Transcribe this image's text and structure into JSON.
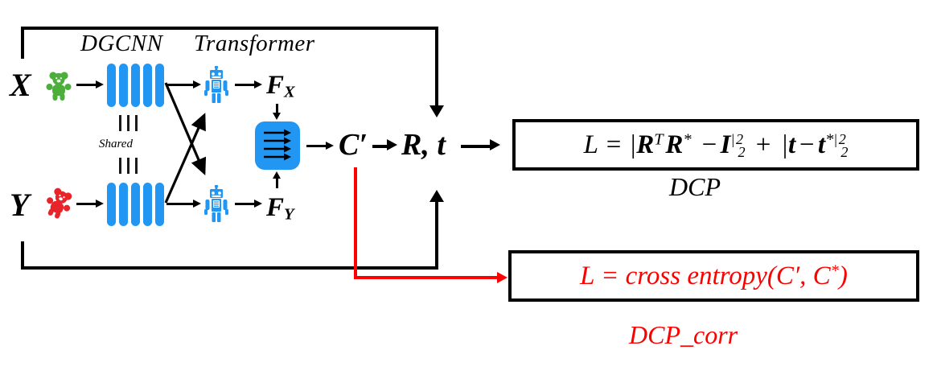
{
  "diagram": {
    "title": "DCP and DCP_corr architecture",
    "sections": {
      "dgcnn_label": "DGCNN",
      "transformer_label": "Transformer",
      "shared_label": "Shared"
    },
    "inputs": [
      {
        "name": "input-x",
        "label": "X",
        "icon": "green-teddy-bear-icon",
        "color": "#4caf3c"
      },
      {
        "name": "input-y",
        "label": "Y",
        "icon": "red-teddy-bear-icon",
        "color": "#e8232a"
      }
    ],
    "features": [
      {
        "name": "feature-fx",
        "base": "F",
        "subscript": "X"
      },
      {
        "name": "feature-fy",
        "base": "F",
        "subscript": "Y"
      }
    ],
    "modules": {
      "dgcnn_bars": 5,
      "transformer_icon": "robot-icon",
      "pointer_net_icon": "pointer-network-icon",
      "pointer_net_arrows": 4,
      "module_color": "#2196f3"
    },
    "outputs": {
      "correspondence": "C′",
      "rigid_transform": "R, t"
    },
    "loss_dcp": {
      "name": "dcp-loss",
      "formula": "L = |RᵀR* − I|²₂ + |t − t*|²₂",
      "caption": "DCP",
      "color": "#000000"
    },
    "loss_dcp_corr": {
      "name": "dcp-corr-loss",
      "formula": "L = cross entropy(C′, C*)",
      "caption": "DCP_corr",
      "color": "#ff0000"
    },
    "edges": {
      "supervision_black": "ground-truth feedback path",
      "supervision_red": "correspondence supervision path"
    },
    "colors": {
      "module_blue": "#2196f3",
      "accent_red": "#ff0000",
      "line_black": "#000000",
      "bear_green": "#4caf3c",
      "bear_red": "#e8232a"
    }
  }
}
